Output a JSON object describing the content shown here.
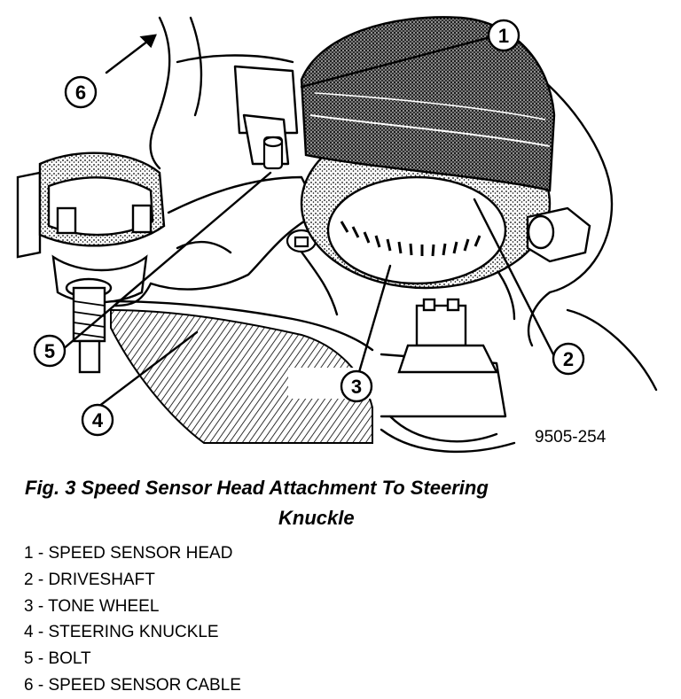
{
  "figure": {
    "code": "9505-254",
    "callouts": [
      {
        "num": "1"
      },
      {
        "num": "2"
      },
      {
        "num": "3"
      },
      {
        "num": "4"
      },
      {
        "num": "5"
      },
      {
        "num": "6"
      }
    ]
  },
  "caption": {
    "line1": "Fig. 3 Speed Sensor Head Attachment To Steering",
    "line2": "Knuckle"
  },
  "legend": [
    {
      "text": "1 - SPEED SENSOR HEAD"
    },
    {
      "text": "2 - DRIVESHAFT"
    },
    {
      "text": "3 - TONE WHEEL"
    },
    {
      "text": "4 - STEERING KNUCKLE"
    },
    {
      "text": "5 - BOLT"
    },
    {
      "text": "6 - SPEED SENSOR CABLE"
    }
  ]
}
